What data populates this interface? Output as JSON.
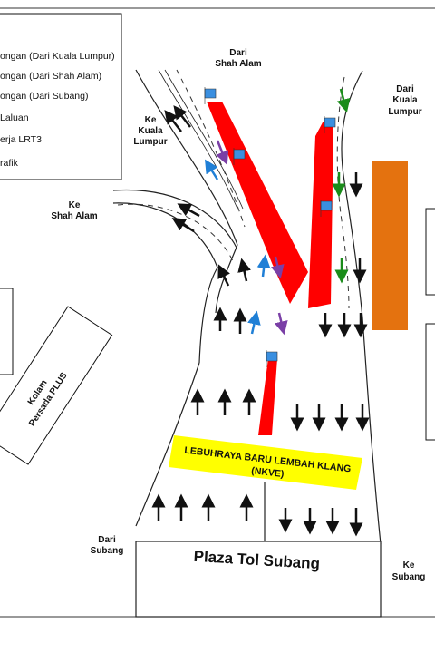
{
  "legend": {
    "items": [
      "ongan (Dari Kuala Lumpur)",
      "ongan (Dari Shah Alam)",
      "ongan (Dari Subang)",
      "Laluan",
      "erja LRT3",
      "rafik"
    ]
  },
  "labels": {
    "dari_shah_alam": [
      "Dari",
      "Shah Alam"
    ],
    "ke_kuala_lumpur": [
      "Ke",
      "Kuala",
      "Lumpur"
    ],
    "dari_kuala_lumpur": [
      "Dari",
      "Kuala",
      "Lumpur"
    ],
    "ke_shah_alam": [
      "Ke",
      "Shah Alam"
    ],
    "dari_subang": [
      "Dari",
      "Subang"
    ],
    "ke_subang": [
      "Ke",
      "Subang"
    ],
    "kolam": [
      "Kolam",
      "Persada PLUS"
    ],
    "highway": [
      "LEBUHRAYA BARU LEMBAH KLANG",
      "(NKVE)"
    ],
    "plaza": "Plaza Tol Subang"
  },
  "colors": {
    "closure": "#ff0000",
    "highway_banner": "#ffff00",
    "building": "#e4720f",
    "arrow_kl": "#1a8c1a",
    "arrow_shah_alam": "#7a3fa6",
    "arrow_subang": "#1f7fd6",
    "arrow_general": "#111111",
    "flag": "#3a8fe0"
  },
  "icons": [
    "flag-icon",
    "direction-arrow-icon"
  ]
}
